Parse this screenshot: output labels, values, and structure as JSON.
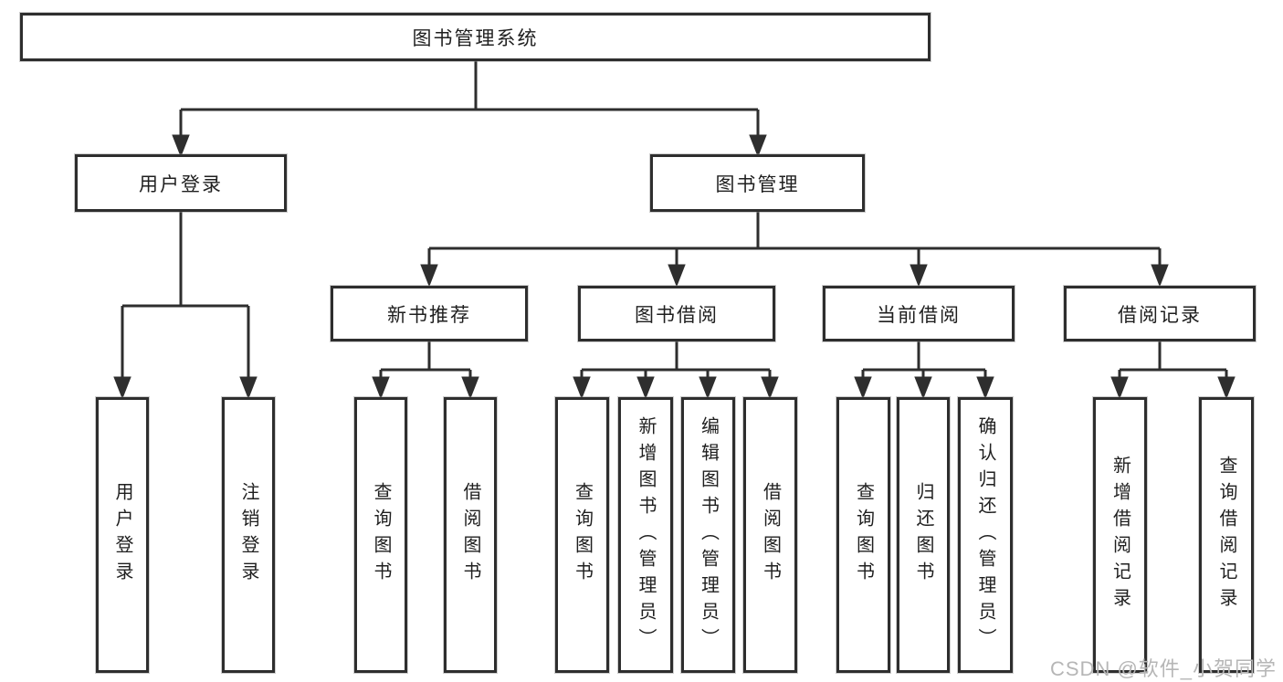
{
  "diagram": {
    "tree": {
      "label": "图书管理系统",
      "children": [
        {
          "label": "用户登录",
          "children": [
            {
              "label": "用户登录"
            },
            {
              "label": "注销登录"
            }
          ]
        },
        {
          "label": "图书管理",
          "children": [
            {
              "label": "新书推荐",
              "children": [
                {
                  "label": "查询图书"
                },
                {
                  "label": "借阅图书"
                }
              ]
            },
            {
              "label": "图书借阅",
              "children": [
                {
                  "label": "查询图书"
                },
                {
                  "label": "新增图书（管理员）"
                },
                {
                  "label": "编辑图书（管理员）"
                },
                {
                  "label": "借阅图书"
                }
              ]
            },
            {
              "label": "当前借阅",
              "children": [
                {
                  "label": "查询图书"
                },
                {
                  "label": "归还图书"
                },
                {
                  "label": "确认归还（管理员）"
                }
              ]
            },
            {
              "label": "借阅记录",
              "children": [
                {
                  "label": "新增借阅记录"
                },
                {
                  "label": "查询借阅记录"
                }
              ]
            }
          ]
        }
      ]
    }
  },
  "watermark": {
    "text": "CSDN @软件_小贺同学"
  },
  "colors": {
    "line": "#2e2e2e",
    "box_border": "#2e2e2e",
    "text": "#1f1f1f",
    "watermark": "#b6b6b6",
    "background": "#ffffff"
  }
}
